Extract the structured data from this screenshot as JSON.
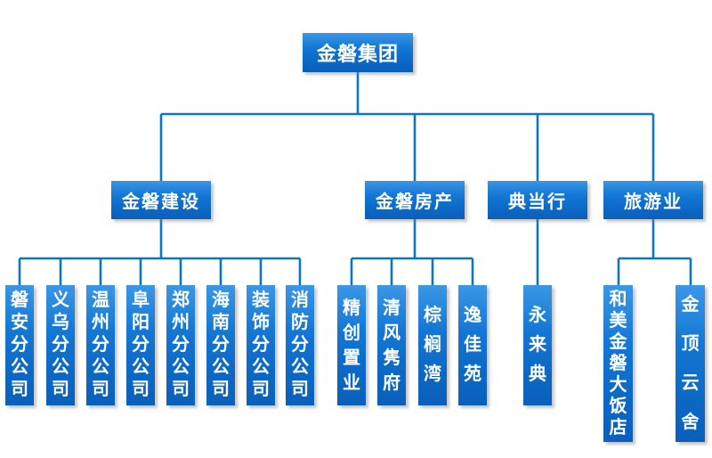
{
  "colors": {
    "node_gradient_top": "#3b97e6",
    "node_gradient_bottom": "#0a60ba",
    "connector": "#0b77c4",
    "text": "#ffffff",
    "background": "#ffffff"
  },
  "tree": {
    "root": {
      "label": "金磐集团"
    },
    "branches": [
      {
        "label": "金磐建设",
        "children": [
          {
            "label": "磐安分公司"
          },
          {
            "label": "义乌分公司"
          },
          {
            "label": "温州分公司"
          },
          {
            "label": "阜阳分公司"
          },
          {
            "label": "郑州分公司"
          },
          {
            "label": "海南分公司"
          },
          {
            "label": "装饰分公司"
          },
          {
            "label": "消防分公司"
          }
        ]
      },
      {
        "label": "金磐房产",
        "children": [
          {
            "label": "精创置业"
          },
          {
            "label": "清风隽府"
          },
          {
            "label": "棕榈湾"
          },
          {
            "label": "逸佳苑"
          }
        ]
      },
      {
        "label": "典当行",
        "children": [
          {
            "label": "永来典"
          }
        ]
      },
      {
        "label": "旅游业",
        "children": [
          {
            "label": "和美金磐大饭店"
          },
          {
            "label": "金顶云舍"
          }
        ]
      }
    ]
  }
}
